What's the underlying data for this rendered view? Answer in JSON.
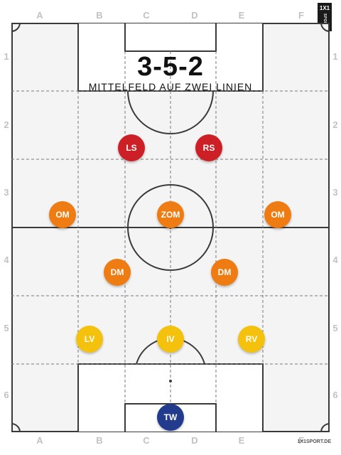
{
  "grid": {
    "columns": [
      "A",
      "B",
      "C",
      "D",
      "E",
      "F"
    ],
    "columns_bottom": [
      "A",
      "B",
      "C",
      "D",
      "E",
      "F"
    ],
    "rows": [
      "1",
      "2",
      "3",
      "4",
      "5",
      "6"
    ]
  },
  "logo": {
    "main": "1X1",
    "sub": "SPORT"
  },
  "title": {
    "formation": "3-5-2",
    "subtitle": "MITTELFELD AUF ZWEI LINIEN"
  },
  "players": [
    {
      "label": "LS",
      "color": "#cc1f26"
    },
    {
      "label": "RS",
      "color": "#cc1f26"
    },
    {
      "label": "OM",
      "color": "#ee7c12"
    },
    {
      "label": "ZOM",
      "color": "#ee7c12"
    },
    {
      "label": "OM",
      "color": "#ee7c12"
    },
    {
      "label": "DM",
      "color": "#ee7c12"
    },
    {
      "label": "DM",
      "color": "#ee7c12"
    },
    {
      "label": "LV",
      "color": "#f4c20d"
    },
    {
      "label": "IV",
      "color": "#f4c20d"
    },
    {
      "label": "RV",
      "color": "#f4c20d"
    },
    {
      "label": "TW",
      "color": "#233b8c"
    }
  ],
  "footer": "1X1SPORT.DE"
}
